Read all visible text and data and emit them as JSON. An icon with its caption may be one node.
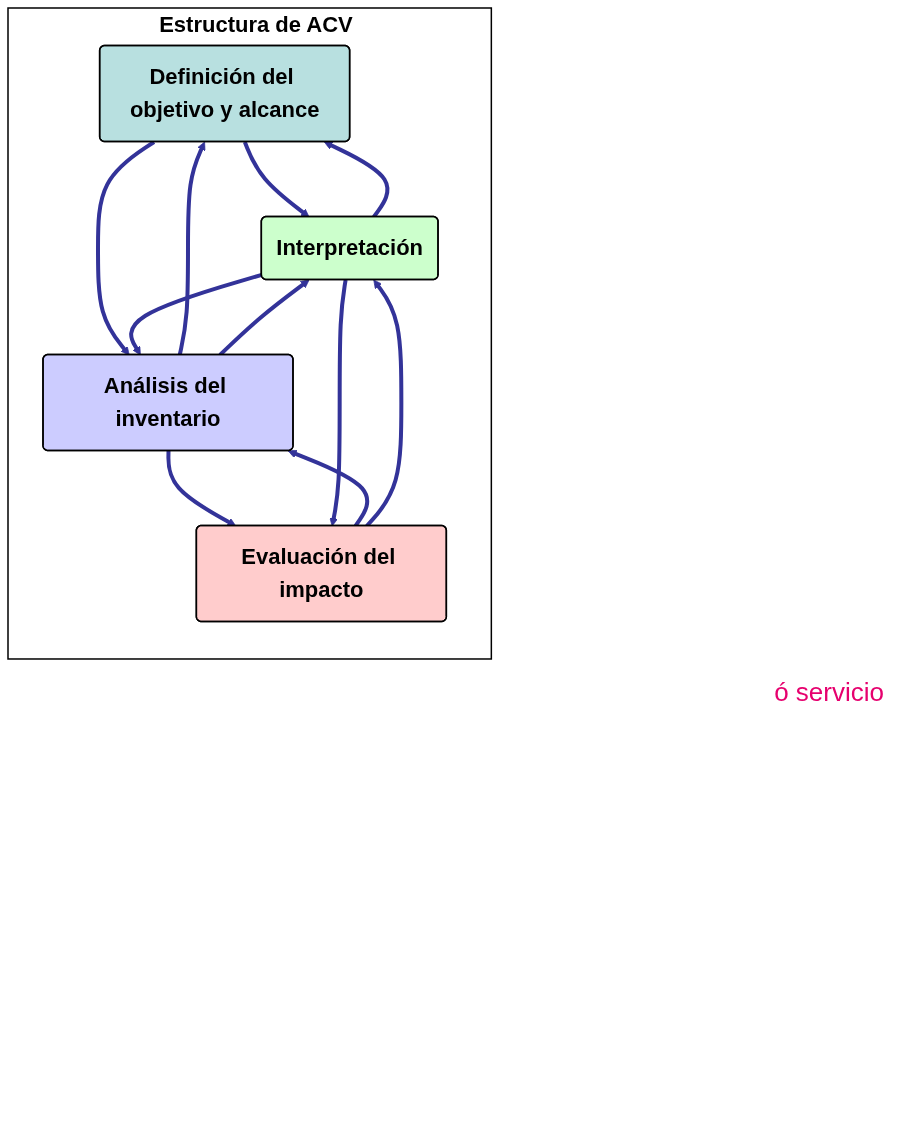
{
  "diagram": {
    "nodes": [
      {
        "text": [
          "Estructura de ACV"
        ]
      },
      {
        "text": [
          "Definición del objetivo y alcance"
        ],
        "in": 0
      },
      {
        "text": [
          "Análisis del inventario"
        ],
        "in": 0
      },
      {
        "text": [
          "Evaluación del impacto"
        ],
        "in": 0
      },
      {
        "text": [
          "Interpretación"
        ],
        "in": 0
      }
    ],
    "edges": [
      {
        "from": 1,
        "to": 4,
        "arrow": "to"
      },
      {
        "from": 4,
        "to": 1,
        "arrow": "to"
      },
      {
        "from": 1,
        "to": 2,
        "arrow": "to"
      },
      {
        "from": 2,
        "to": 1,
        "arrow": "to"
      },
      {
        "from": 2,
        "to": 4,
        "arrow": "to"
      },
      {
        "from": 4,
        "to": 2,
        "arrow": "to"
      },
      {
        "from": 2,
        "to": 3,
        "arrow": "to"
      },
      {
        "from": 3,
        "to": 2,
        "arrow": "to"
      },
      {
        "from": 3,
        "to": 4,
        "arrow": "to"
      },
      {
        "from": 4,
        "to": 3,
        "arrow": "to"
      }
    ],
    "labels": [
      "ó servicio"
    ]
  }
}
